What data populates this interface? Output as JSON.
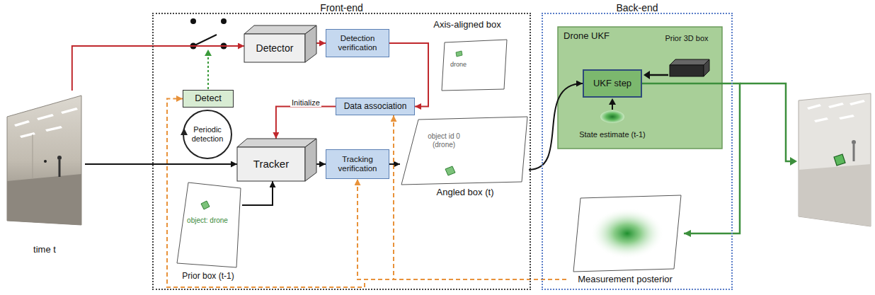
{
  "diagram": {
    "nodes": [
      {
        "text": [
          "time t"
        ]
      },
      {
        "text": [
          "Front-end"
        ]
      },
      {
        "text": [
          "Detect"
        ],
        "in": 1
      },
      {
        "text": [
          "Periodic detection"
        ],
        "in": 1
      },
      {
        "text": [
          "Detector"
        ],
        "in": 1
      },
      {
        "text": [
          "Detection verification"
        ],
        "in": 1
      },
      {
        "text": [
          "Axis-aligned box",
          "drone"
        ],
        "in": 1
      },
      {
        "text": [
          "Data association"
        ],
        "in": 1
      },
      {
        "text": [
          "Tracker"
        ],
        "in": 1
      },
      {
        "text": [
          "Tracking verification"
        ],
        "in": 1
      },
      {
        "text": [
          "object id 0 (drone)",
          "Angled box (t)"
        ],
        "in": 1
      },
      {
        "text": [
          "object: drone",
          "Prior box (t-1)"
        ],
        "in": 1
      },
      {
        "text": [
          "Back-end"
        ]
      },
      {
        "text": [
          "Drone UKF"
        ],
        "in": 12
      },
      {
        "text": [
          "UKF step"
        ],
        "in": 13
      },
      {
        "text": [
          "Measurement posterior"
        ],
        "in": 12
      }
    ],
    "edges": [
      {
        "from": 0,
        "to": 4,
        "arrow": "to"
      },
      {
        "from": 4,
        "to": 5,
        "arrow": "to"
      },
      {
        "from": 5,
        "to": 7,
        "arrow": "to"
      },
      {
        "from": 7,
        "to": 8,
        "label": "Initialize",
        "arrow": "to"
      },
      {
        "from": 0,
        "to": 8,
        "arrow": "to"
      },
      {
        "from": 11,
        "to": 8,
        "arrow": "to"
      },
      {
        "from": 8,
        "to": 9,
        "arrow": "to"
      },
      {
        "from": 9,
        "to": 10,
        "arrow": "to"
      },
      {
        "from": 10,
        "to": 14,
        "arrow": "to"
      },
      {
        "from": 14,
        "to": 15,
        "arrow": "to"
      },
      {
        "from": 15,
        "to": 9,
        "arrow": "to"
      },
      {
        "from": 15,
        "to": 7,
        "arrow": "to"
      },
      {
        "from": 15,
        "to": 2,
        "arrow": "to"
      }
    ],
    "labels": [
      "Prior 3D box",
      "State estimate (t-1)"
    ]
  }
}
